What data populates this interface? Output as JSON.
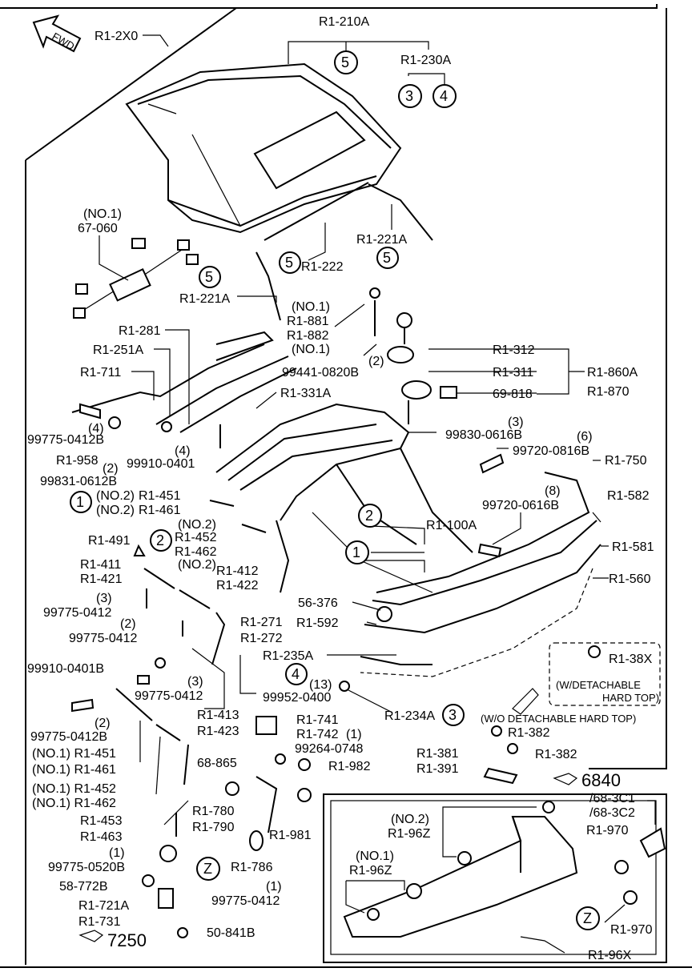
{
  "fwd": "FWD",
  "circles": {
    "c1": "1",
    "c2": "2",
    "c3": "3",
    "c4": "4",
    "c5": "5",
    "cz": "Z"
  },
  "labels": {
    "r12x0": "R1-2X0",
    "r1210a": "R1-210A",
    "r1230a": "R1-230A",
    "no1_a": "(NO.1)",
    "p67060": "67-060",
    "r1221a": "R1-221A",
    "r1222": "R1-222",
    "no1_b": "(NO.1)",
    "r1881": "R1-881",
    "r1882": "R1-882",
    "no1_c": "(NO.1)",
    "r1281": "R1-281",
    "r1251a": "R1-251A",
    "r1711": "R1-711",
    "p99441": "99441-0820B",
    "qty2": "(2)",
    "qty3": "(3)",
    "qty4": "(4)",
    "qty6": "(6)",
    "qty8": "(8)",
    "qty13": "(13)",
    "qty1": "(1)",
    "r1312": "R1-312",
    "r1311": "R1-311",
    "r1860a": "R1-860A",
    "r1870": "R1-870",
    "p69818": "69-818",
    "r1331a": "R1-331A",
    "p99775_0412b": "99775-0412B",
    "r1958": "R1-958",
    "p99910_0401": "99910-0401",
    "p99831": "99831-0612B",
    "p99830": "99830-0616B",
    "p99720_0816b": "99720-0816B",
    "r1750": "R1-750",
    "no2": "(NO.2)",
    "r1451": "R1-451",
    "r1461": "R1-461",
    "r1452": "R1-452",
    "r1462": "R1-462",
    "r1491": "R1-491",
    "r1411": "R1-411",
    "r1421": "R1-421",
    "r1412": "R1-412",
    "r1422": "R1-422",
    "p99775_0412": "99775-0412",
    "p99720_0616b": "99720-0616B",
    "r1582": "R1-582",
    "r1100a": "R1-100A",
    "r1581": "R1-581",
    "r1560": "R1-560",
    "p56376": "56-376",
    "r1592": "R1-592",
    "r1271": "R1-271",
    "r1272": "R1-272",
    "r1235a": "R1-235A",
    "p99952": "99952-0400",
    "r1234a": "R1-234A",
    "r138x": "R1-38X",
    "wdet1": "(W/DETACHABLE",
    "wdet2": "HARD TOP)",
    "wodet": "(W/O DETACHABLE HARD TOP)",
    "r1382": "R1-382",
    "r1381": "R1-381",
    "r1391": "R1-391",
    "p99910_0401b": "99910-0401B",
    "r1413": "R1-413",
    "r1423": "R1-423",
    "r1741": "R1-741",
    "r1742": "R1-742",
    "p99264": "99264-0748",
    "r1982": "R1-982",
    "p68865": "68-865",
    "p99775_0412b2": "99775-0412B",
    "no1_451": "(NO.1) R1-451",
    "no1_461": "(NO.1) R1-461",
    "no1_452": "(NO.1) R1-452",
    "no1_462": "(NO.1) R1-462",
    "r1453": "R1-453",
    "r1463": "R1-463",
    "r1780": "R1-780",
    "r1790": "R1-790",
    "r1981": "R1-981",
    "r1786": "R1-786",
    "p99775_0520b": "99775-0520B",
    "p58772b": "58-772B",
    "r1721a": "R1-721A",
    "r1731": "R1-731",
    "p99775_0412c": "99775-0412",
    "p50841b": "50-841B",
    "ref7250": "7250",
    "ref6840": "6840",
    "ref683c1": "/68-3C1",
    "ref683c2": "/68-3C2",
    "r1970a": "R1-970",
    "r1970b": "R1-970",
    "r196z_a": "R1-96Z",
    "r196z_b": "R1-96Z",
    "r196x": "R1-96X"
  }
}
